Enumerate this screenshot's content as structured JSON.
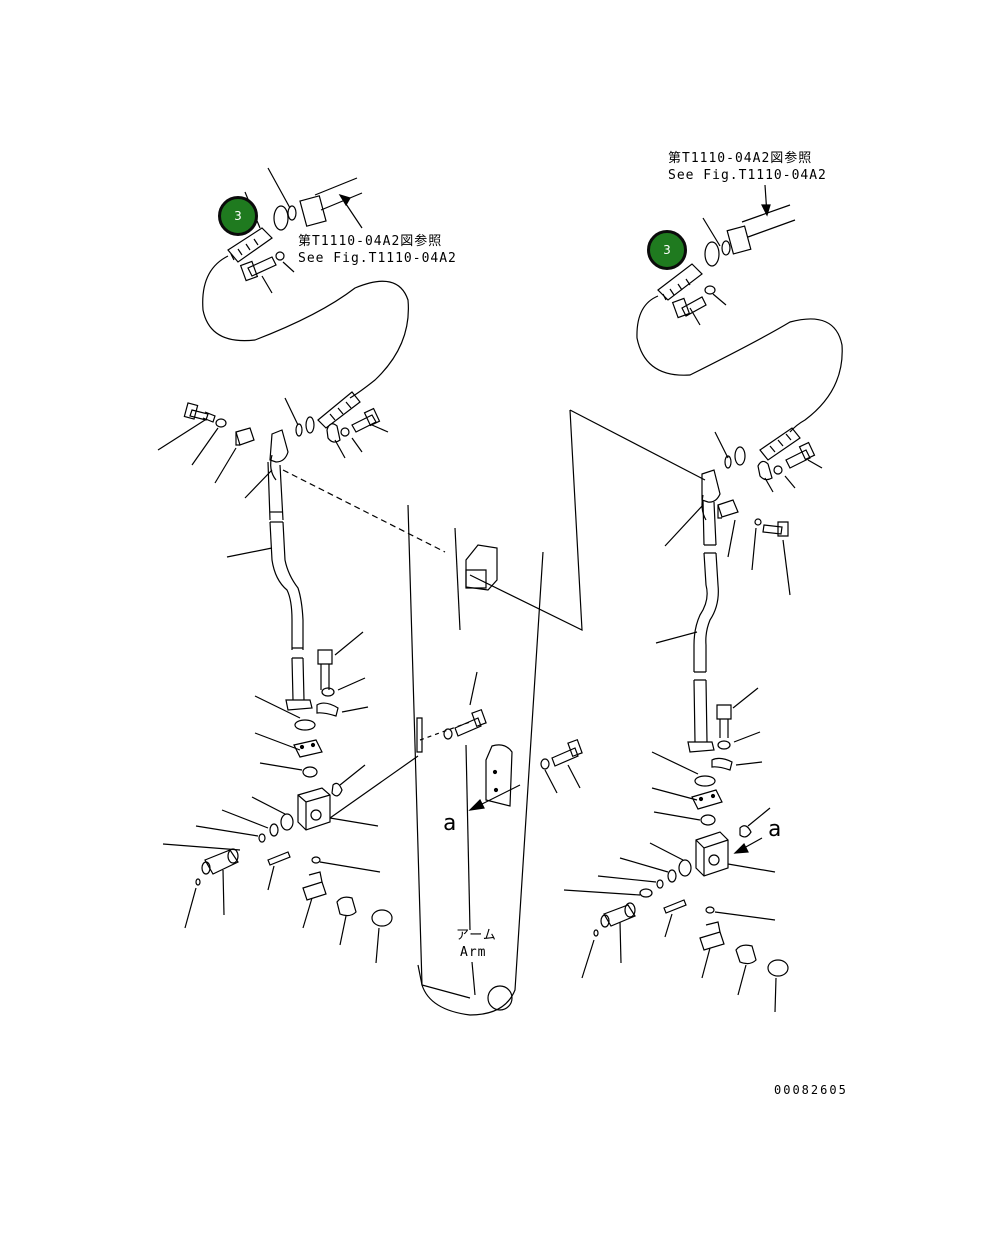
{
  "references": {
    "left_jp": "第T1110-04A2図参照",
    "left_en": "See Fig.T1110-04A2",
    "right_jp": "第T1110-04A2図参照",
    "right_en": "See Fig.T1110-04A2"
  },
  "callouts": {
    "left": "3",
    "right": "3"
  },
  "arm_label": {
    "jp": "アーム",
    "en": "Arm"
  },
  "view_marks": {
    "left": "a",
    "right": "a"
  },
  "figure_number": "00082605"
}
